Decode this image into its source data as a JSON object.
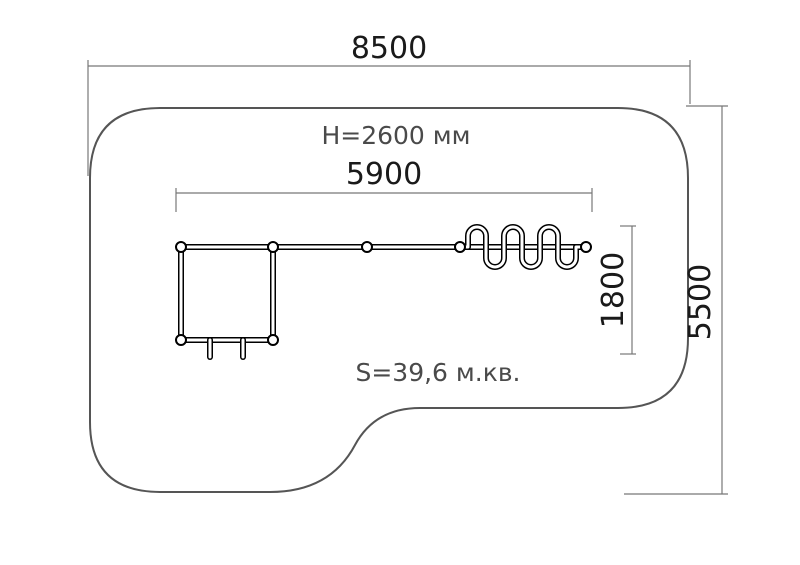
{
  "drawing": {
    "overall_width_label": "8500",
    "overall_depth_label": "5500",
    "equipment_height_label": "H=2600 мм",
    "equipment_length_label": "5900",
    "equipment_width_label": "1800",
    "area_label": "S=39,6 м.кв."
  }
}
